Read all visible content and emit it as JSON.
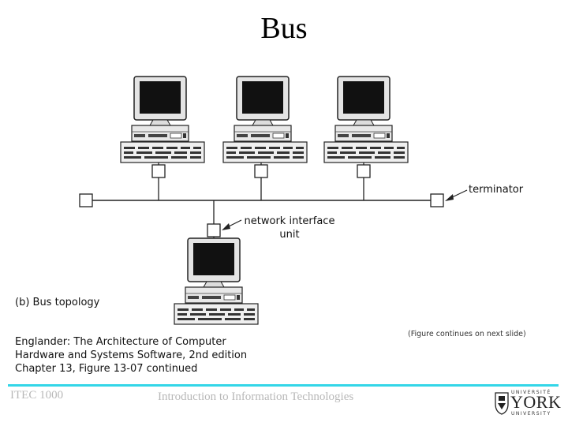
{
  "slide": {
    "title": "Bus"
  },
  "diagram": {
    "terminator_label": "terminator",
    "niu_label_line1": "network interface",
    "niu_label_line2": "unit",
    "caption": "(b) Bus topology",
    "continuation_note": "(Figure continues on next slide)",
    "computers": [
      {
        "name": "computer-top-left"
      },
      {
        "name": "computer-top-middle"
      },
      {
        "name": "computer-top-right"
      },
      {
        "name": "computer-bottom"
      }
    ]
  },
  "credit": {
    "line1": "Englander: The Architecture of Computer",
    "line2": "Hardware and Systems Software, 2nd edition",
    "line3": "Chapter 13, Figure 13-07 continued"
  },
  "footer": {
    "course": "ITEC 1000",
    "course_title": "Introduction to Information Technologies",
    "accent_color": "#33d6e8"
  },
  "logo": {
    "top_text": "UNIVERSITÉ",
    "main_text": "YORK",
    "bottom_text": "UNIVERSITY"
  }
}
